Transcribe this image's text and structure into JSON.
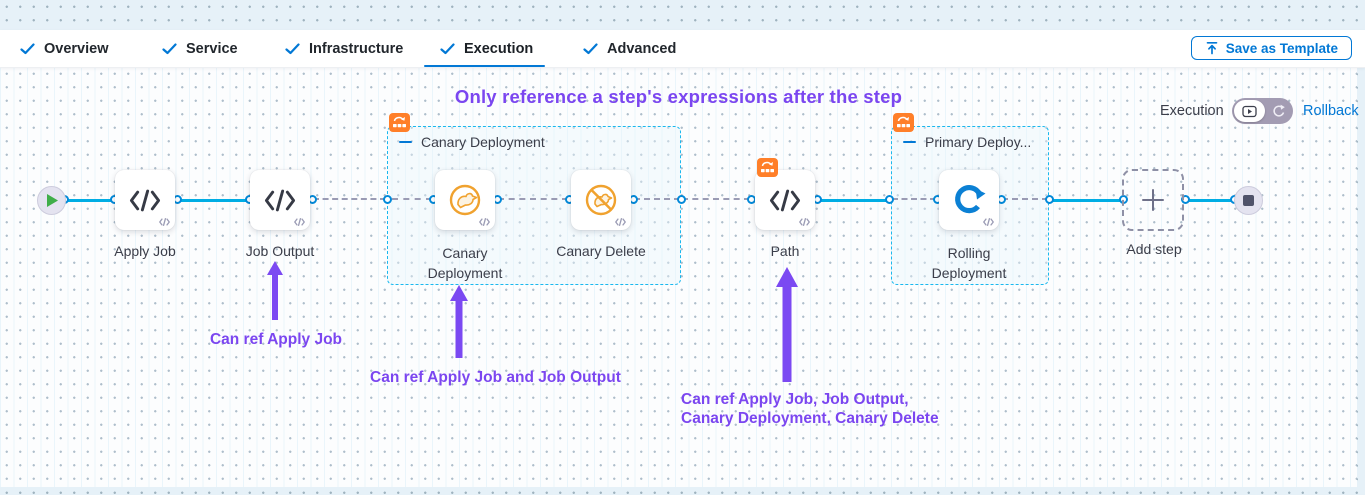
{
  "tab_bar": {
    "tabs": [
      {
        "label": "Overview",
        "checked": true,
        "active": false
      },
      {
        "label": "Service",
        "checked": true,
        "active": false
      },
      {
        "label": "Infrastructure",
        "checked": true,
        "active": false
      },
      {
        "label": "Execution",
        "checked": true,
        "active": true
      },
      {
        "label": "Advanced",
        "checked": true,
        "active": false
      }
    ],
    "save_as_template_label": "Save as Template"
  },
  "canvas": {
    "hint_title": "Only reference a step's expressions after the step",
    "mode_switch": {
      "execution_label": "Execution",
      "rollback_label": "Rollback"
    },
    "groups": [
      {
        "label": "Canary Deployment"
      },
      {
        "label": "Primary Deploy..."
      }
    ],
    "steps": {
      "apply_job": {
        "label": "Apply Job"
      },
      "job_output": {
        "label": "Job Output"
      },
      "canary_deployment": {
        "label_line1": "Canary",
        "label_line2": "Deployment"
      },
      "canary_delete": {
        "label": "Canary Delete"
      },
      "path": {
        "label": "Path"
      },
      "rolling_deployment": {
        "label_line1": "Rolling",
        "label_line2": "Deployment"
      },
      "add_step": {
        "label": "Add step"
      }
    },
    "annotations": {
      "note1": "Can ref Apply Job",
      "note2": "Can ref Apply Job and Job Output",
      "note3_line1": "Can ref Apply Job, Job Output,",
      "note3_line2": "Canary Deployment, Canary Delete"
    }
  },
  "icons": {
    "tab_check": "check-icon",
    "save_template": "upload-icon",
    "execution_toggle": "play-box-icon",
    "rollback_toggle": "rollback-arrow-icon",
    "start_node": "play-icon",
    "end_node": "stop-icon",
    "code_step": "code-icon",
    "canary_step": "canary-bird-icon",
    "canary_delete_step": "canary-bird-slash-icon",
    "rolling_step": "rolling-arrow-icon",
    "group_badge": "rolling-steps-badge-icon",
    "add_step": "plus-icon",
    "collapse_group": "minus-icon"
  },
  "colors": {
    "accent_blue": "#0278d5",
    "link_line_blue": "#00ade4",
    "annotation_purple": "#7b46f0",
    "badge_orange": "#ff7f29",
    "canary_orange": "#f0a22f",
    "group_border_cyan": "#1ab8ee",
    "start_play_green": "#3fae49"
  }
}
